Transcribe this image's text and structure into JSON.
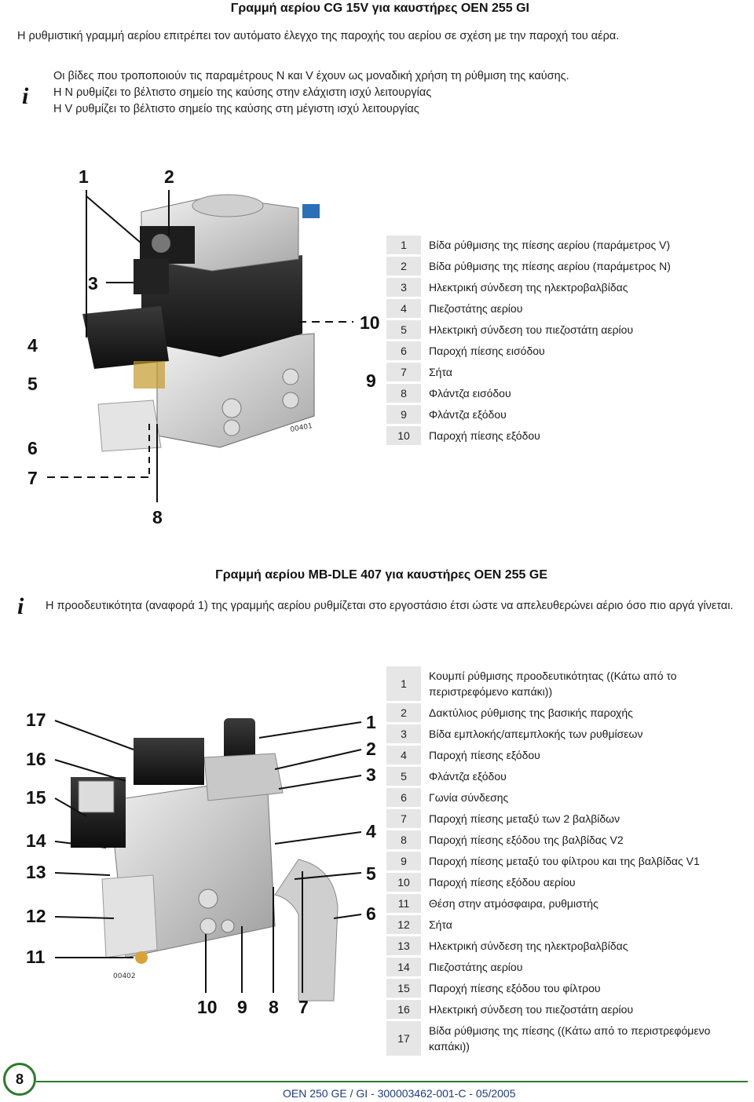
{
  "section1": {
    "title": "Γραμμή αερίου CG 15V για καυστήρες OEN 255 GI",
    "intro": "Η ρυθμιστική γραμμή αερίου επιτρέπει τον αυτόματο έλεγχο της παροχής του αερίου σε σχέση με την παροχή του αέρα.",
    "info_icon": "i",
    "info_lines": [
      "Οι βίδες που τροποποιούν τις παραμέτρους Ν και V έχουν ως μοναδική χρήση τη ρύθμιση της καύσης.",
      "Η Ν ρυθμίζει το βέλτιστο σημείο της καύσης στην ελάχιστη ισχύ λειτουργίας",
      "Η V ρυθμίζει το βέλτιστο σημείο της καύσης στη μέγιστη ισχύ λειτουργίας"
    ],
    "image_code": "00401",
    "callouts": [
      "1",
      "2",
      "3",
      "4",
      "5",
      "6",
      "7",
      "8",
      "9",
      "10"
    ],
    "legend": [
      {
        "num": "1",
        "text": "Βίδα ρύθμισης της πίεσης αερίου (παράμετρος V)"
      },
      {
        "num": "2",
        "text": "Βίδα ρύθμισης της πίεσης αερίου (παράμετρος Ν)"
      },
      {
        "num": "3",
        "text": "Ηλεκτρική σύνδεση της ηλεκτροβαλβίδας"
      },
      {
        "num": "4",
        "text": "Πιεζοστάτης αερίου"
      },
      {
        "num": "5",
        "text": "Ηλεκτρική σύνδεση του πιεζοστάτη αερίου"
      },
      {
        "num": "6",
        "text": "Παροχή πίεσης εισόδου"
      },
      {
        "num": "7",
        "text": "Σήτα"
      },
      {
        "num": "8",
        "text": "Φλάντζα εισόδου"
      },
      {
        "num": "9",
        "text": "Φλάντζα εξόδου"
      },
      {
        "num": "10",
        "text": "Παροχή πίεσης εξόδου"
      }
    ]
  },
  "section2": {
    "title": "Γραμμή αερίου MB-DLE 407 για καυστήρες OEN 255 GE",
    "info_icon": "i",
    "info_text": "Η προοδευτικότητα (αναφορά 1) της γραμμής αερίου ρυθμίζεται στο εργοστάσιο έτσι ώστε να απελευθερώνει αέριο όσο πιο αργά γίνεται.",
    "image_code": "00402",
    "callouts_left": [
      "17",
      "16",
      "15",
      "14",
      "13",
      "12",
      "11"
    ],
    "callouts_right": [
      "1",
      "2",
      "3",
      "4",
      "5",
      "6"
    ],
    "callouts_bottom": [
      "10",
      "9",
      "8",
      "7"
    ],
    "legend": [
      {
        "num": "1",
        "text": "Κουμπί ρύθμισης προοδευτικότητας ((Κάτω από το περιστρεφόμενο καπάκι))"
      },
      {
        "num": "2",
        "text": "Δακτύλιος ρύθμισης της βασικής παροχής"
      },
      {
        "num": "3",
        "text": "Βίδα εμπλοκής/απεμπλοκής των ρυθμίσεων"
      },
      {
        "num": "4",
        "text": "Παροχή πίεσης εξόδου"
      },
      {
        "num": "5",
        "text": "Φλάντζα εξόδου"
      },
      {
        "num": "6",
        "text": "Γωνία σύνδεσης"
      },
      {
        "num": "7",
        "text": "Παροχή πίεσης μεταξύ των 2 βαλβίδων"
      },
      {
        "num": "8",
        "text": "Παροχή πίεσης εξόδου της βαλβίδας V2"
      },
      {
        "num": "9",
        "text": "Παροχή πίεσης μεταξύ του φίλτρου και της βαλβίδας V1"
      },
      {
        "num": "10",
        "text": "Παροχή πίεσης εξόδου αερίου"
      },
      {
        "num": "11",
        "text": "Θέση στην ατμόσφαιρα, ρυθμιστής"
      },
      {
        "num": "12",
        "text": "Σήτα"
      },
      {
        "num": "13",
        "text": "Ηλεκτρική σύνδεση της ηλεκτροβαλβίδας"
      },
      {
        "num": "14",
        "text": "Πιεζοστάτης αερίου"
      },
      {
        "num": "15",
        "text": "Παροχή πίεσης εξόδου του φίλτρου"
      },
      {
        "num": "16",
        "text": "Ηλεκτρική σύνδεση του πιεζοστάτη αερίου"
      },
      {
        "num": "17",
        "text": "Βίδα ρύθμισης της πίεσης ((Κάτω από το περιστρεφόμενο καπάκι))"
      }
    ]
  },
  "footer": {
    "page_number": "8",
    "doc_ref": "OEN 250 GE / GI - 300003462-001-C - 05/2005",
    "accent_color": "#2d7a2d",
    "text_color": "#1f3a80"
  }
}
